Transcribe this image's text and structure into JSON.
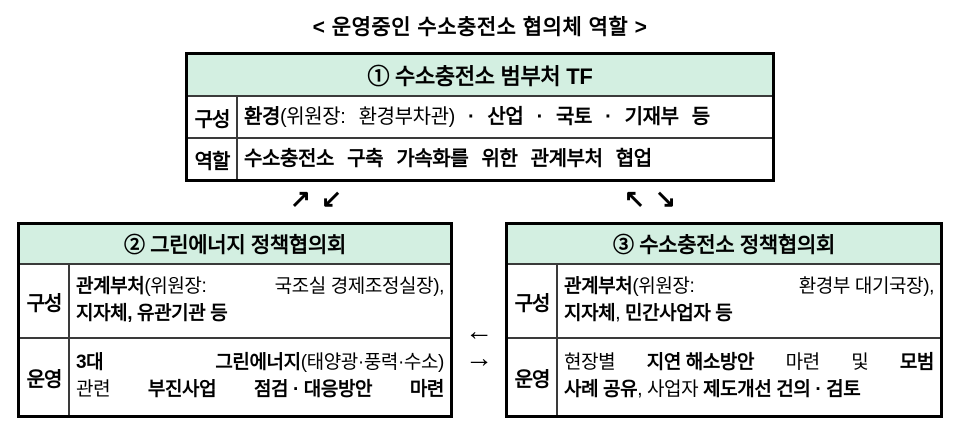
{
  "title": "< 운영중인 수소충전소 협의체 역할 >",
  "colors": {
    "header_bg": "#d3efe1",
    "border": "#000000",
    "inner_line": "#3a3a3a"
  },
  "arrows": {
    "up_right": "↗",
    "down_left": "↙",
    "up_left": "↖",
    "down_right": "↘",
    "left": "←",
    "right": "→"
  },
  "tf_table": {
    "header": "① 수소충전소 범부처 TF",
    "rows": [
      {
        "label": "구성",
        "content": [
          {
            "j": 0,
            "c": [
              [
                [
                  "환경",
                  1
                ],
                [
                  "(위원장: 환경부차관)",
                  0
                ],
                [
                  " · 산업 · 국토 · 기재부 등",
                  1
                ]
              ]
            ]
          }
        ]
      },
      {
        "label": "역할",
        "content": [
          {
            "j": 0,
            "c": [
              [
                [
                  "수소충전소 구축 가속화를 위한 관계부처 협업",
                  1
                ]
              ]
            ]
          }
        ]
      }
    ]
  },
  "green_table": {
    "header": "② 그린에너지 정책협의회",
    "rows": [
      {
        "label": "구성",
        "content": [
          {
            "j": 1,
            "c": [
              [
                [
                  "관계부처",
                  1
                ],
                [
                  "(위원장:",
                  0
                ]
              ],
              [
                [
                  "국조실 경제조정실장),",
                  0
                ]
              ]
            ]
          },
          {
            "j": 0,
            "c": [
              [
                [
                  "지자체, 유관기관 등",
                  1
                ]
              ]
            ]
          }
        ]
      },
      {
        "label": "운영",
        "content": [
          {
            "j": 1,
            "c": [
              [
                [
                  "3대",
                  1
                ]
              ],
              [
                [
                  "그린에너지",
                  1
                ],
                [
                  "(태양광·풍력·수소)",
                  0
                ]
              ]
            ]
          },
          {
            "j": 1,
            "c": [
              [
                [
                  "관련",
                  0
                ]
              ],
              [
                [
                  "부진사업",
                  1
                ]
              ],
              [
                [
                  "점검 · 대응방안",
                  1
                ]
              ],
              [
                [
                  "마련",
                  1
                ]
              ]
            ]
          }
        ]
      }
    ]
  },
  "hydrogen_table": {
    "header": "③ 수소충전소 정책협의회",
    "rows": [
      {
        "label": "구성",
        "content": [
          {
            "j": 1,
            "c": [
              [
                [
                  "관계부처",
                  1
                ],
                [
                  "(위원장:",
                  0
                ]
              ],
              [
                [
                  "환경부 대기국장),",
                  0
                ]
              ]
            ]
          },
          {
            "j": 0,
            "c": [
              [
                [
                  "지자체",
                  1
                ],
                [
                  ", ",
                  0
                ],
                [
                  "민간사업자 등",
                  1
                ]
              ]
            ]
          }
        ]
      },
      {
        "label": "운영",
        "content": [
          {
            "j": 1,
            "c": [
              [
                [
                  "현장별",
                  0
                ]
              ],
              [
                [
                  "지연 해소방안",
                  1
                ]
              ],
              [
                [
                  "마련",
                  0
                ]
              ],
              [
                [
                  "및",
                  0
                ]
              ],
              [
                [
                  "모범",
                  1
                ]
              ]
            ]
          },
          {
            "j": 0,
            "c": [
              [
                [
                  "사례 공유",
                  1
                ],
                [
                  ", ",
                  0
                ],
                [
                  "사업자 ",
                  0
                ],
                [
                  "제도개선 건의 · 검토",
                  1
                ]
              ]
            ]
          }
        ]
      }
    ]
  }
}
